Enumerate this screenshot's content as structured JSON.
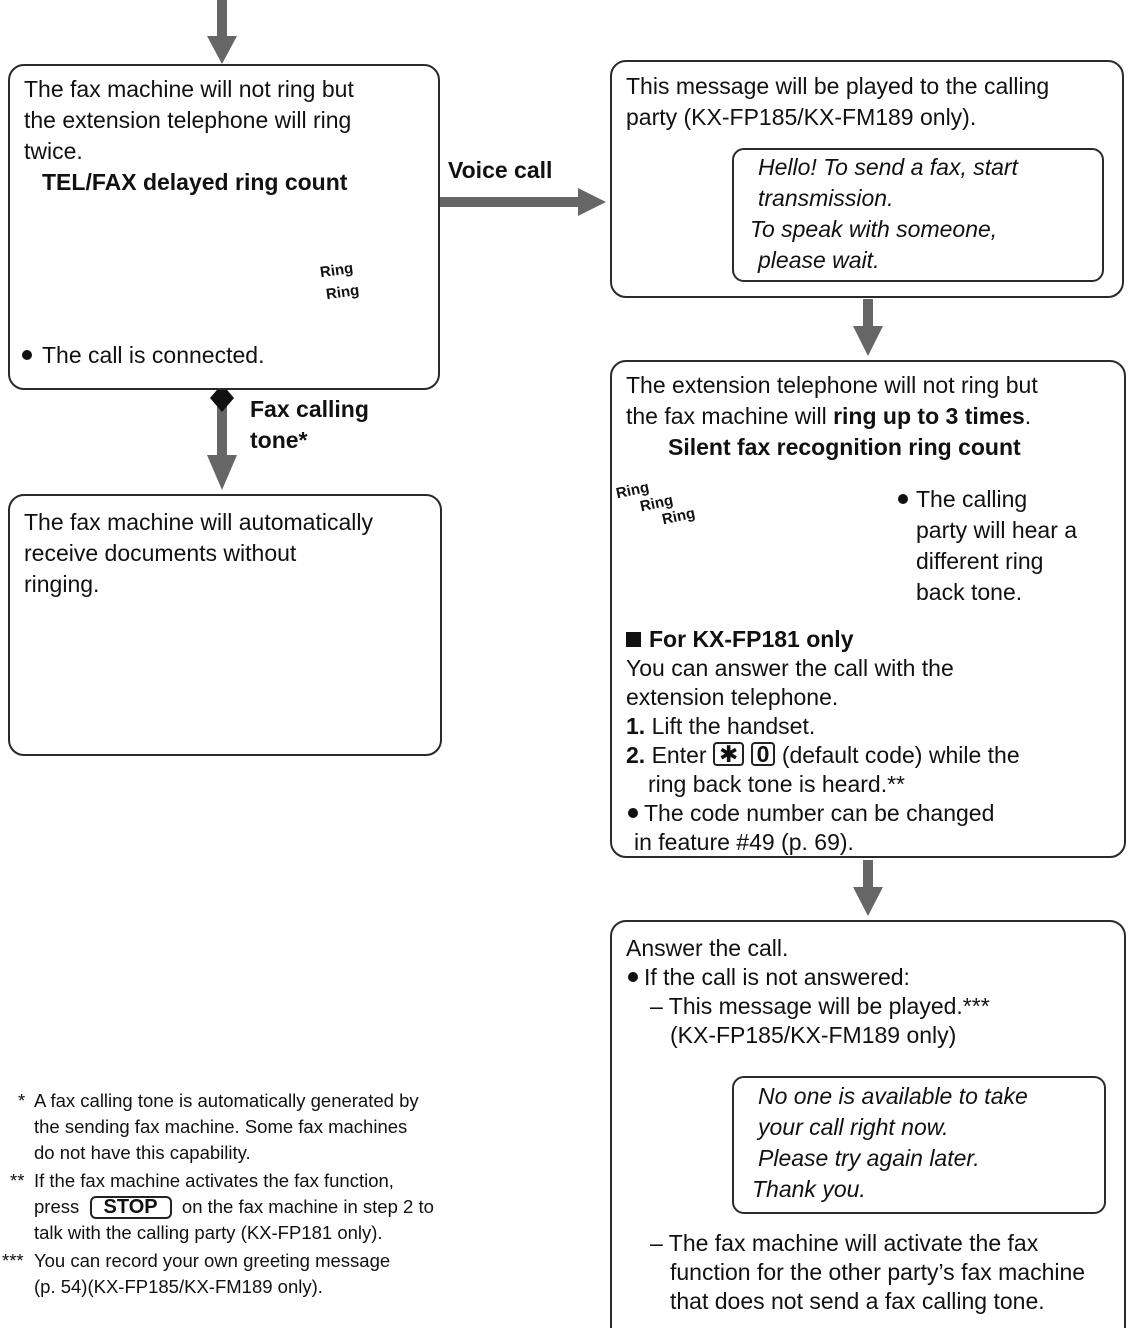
{
  "box_tel_fax": {
    "line1": "The fax machine will not ring but",
    "line2": "the extension telephone will ring",
    "line3": "twice.",
    "heading": "TEL/FAX delayed ring count",
    "ring1": "Ring",
    "ring2": "Ring",
    "bullet": "The call is connected."
  },
  "fax_tone_label": {
    "line1": "Fax calling",
    "line2": "tone*"
  },
  "voice_call_label": "Voice call",
  "box_auto_receive": {
    "line1": "The fax machine will automatically",
    "line2": "receive documents without",
    "line3": "ringing."
  },
  "box_message": {
    "line1": "This message will be played to the calling",
    "line2": "party (KX-FP185/KX-FM189 only).",
    "bubble": [
      "Hello! To send a fax, start",
      "transmission.",
      "To speak with someone,",
      "please wait."
    ]
  },
  "box_silent": {
    "line1": "The extension telephone will not ring but",
    "line2_pre": "the fax machine will ",
    "line2_bold": "ring up to 3 times",
    "line2_post": ".",
    "heading": "Silent fax recognition ring count",
    "rings": [
      "Ring",
      "Ring",
      "Ring"
    ],
    "side_note": [
      "The calling",
      "party will hear a",
      "different ring",
      "back tone."
    ],
    "subheading": "For KX-FP181 only",
    "p1": "You can answer the call with the",
    "p2": "extension telephone.",
    "step1_num": "1.",
    "step1": "Lift the handset.",
    "step2_num": "2.",
    "step2_pre": "Enter",
    "key_star": "✱",
    "key_zero": "0",
    "step2_post": "(default code) while the",
    "step2_line2": "ring back tone is heard.**",
    "note1": "The code number can be changed",
    "note2": "in feature #49 (p. 69)."
  },
  "box_answer": {
    "line1": "Answer the call.",
    "bullet": "If the call is not answered:",
    "dash1a": "– This message will be played.***",
    "dash1b": "(KX-FP185/KX-FM189 only)",
    "bubble": [
      "No one is available to take",
      "your call right now.",
      "Please try again later.",
      "Thank you."
    ],
    "dash2a": "– The fax machine will activate the fax",
    "dash2b": "function for the other party’s fax machine",
    "dash2c": "that does not send a fax calling tone."
  },
  "footnotes": {
    "f1_mark": "*",
    "f1": [
      "A fax calling tone is automatically generated by",
      "the sending fax machine. Some fax machines",
      "do not have this capability."
    ],
    "f2_mark": "**",
    "f2_l1": "If the fax machine activates the fax function,",
    "f2_l2_pre": "press",
    "stop_key": "STOP",
    "f2_l2_post": "on the fax machine in step 2 to",
    "f2_l3": "talk with the calling party (KX-FP181 only).",
    "f3_mark": "***",
    "f3": [
      "You can record your own greeting message",
      "(p. 54)(KX-FP185/KX-FM189 only)."
    ]
  },
  "colors": {
    "arrow": "#666666",
    "border": "#2a2a2a",
    "text": "#111111"
  }
}
